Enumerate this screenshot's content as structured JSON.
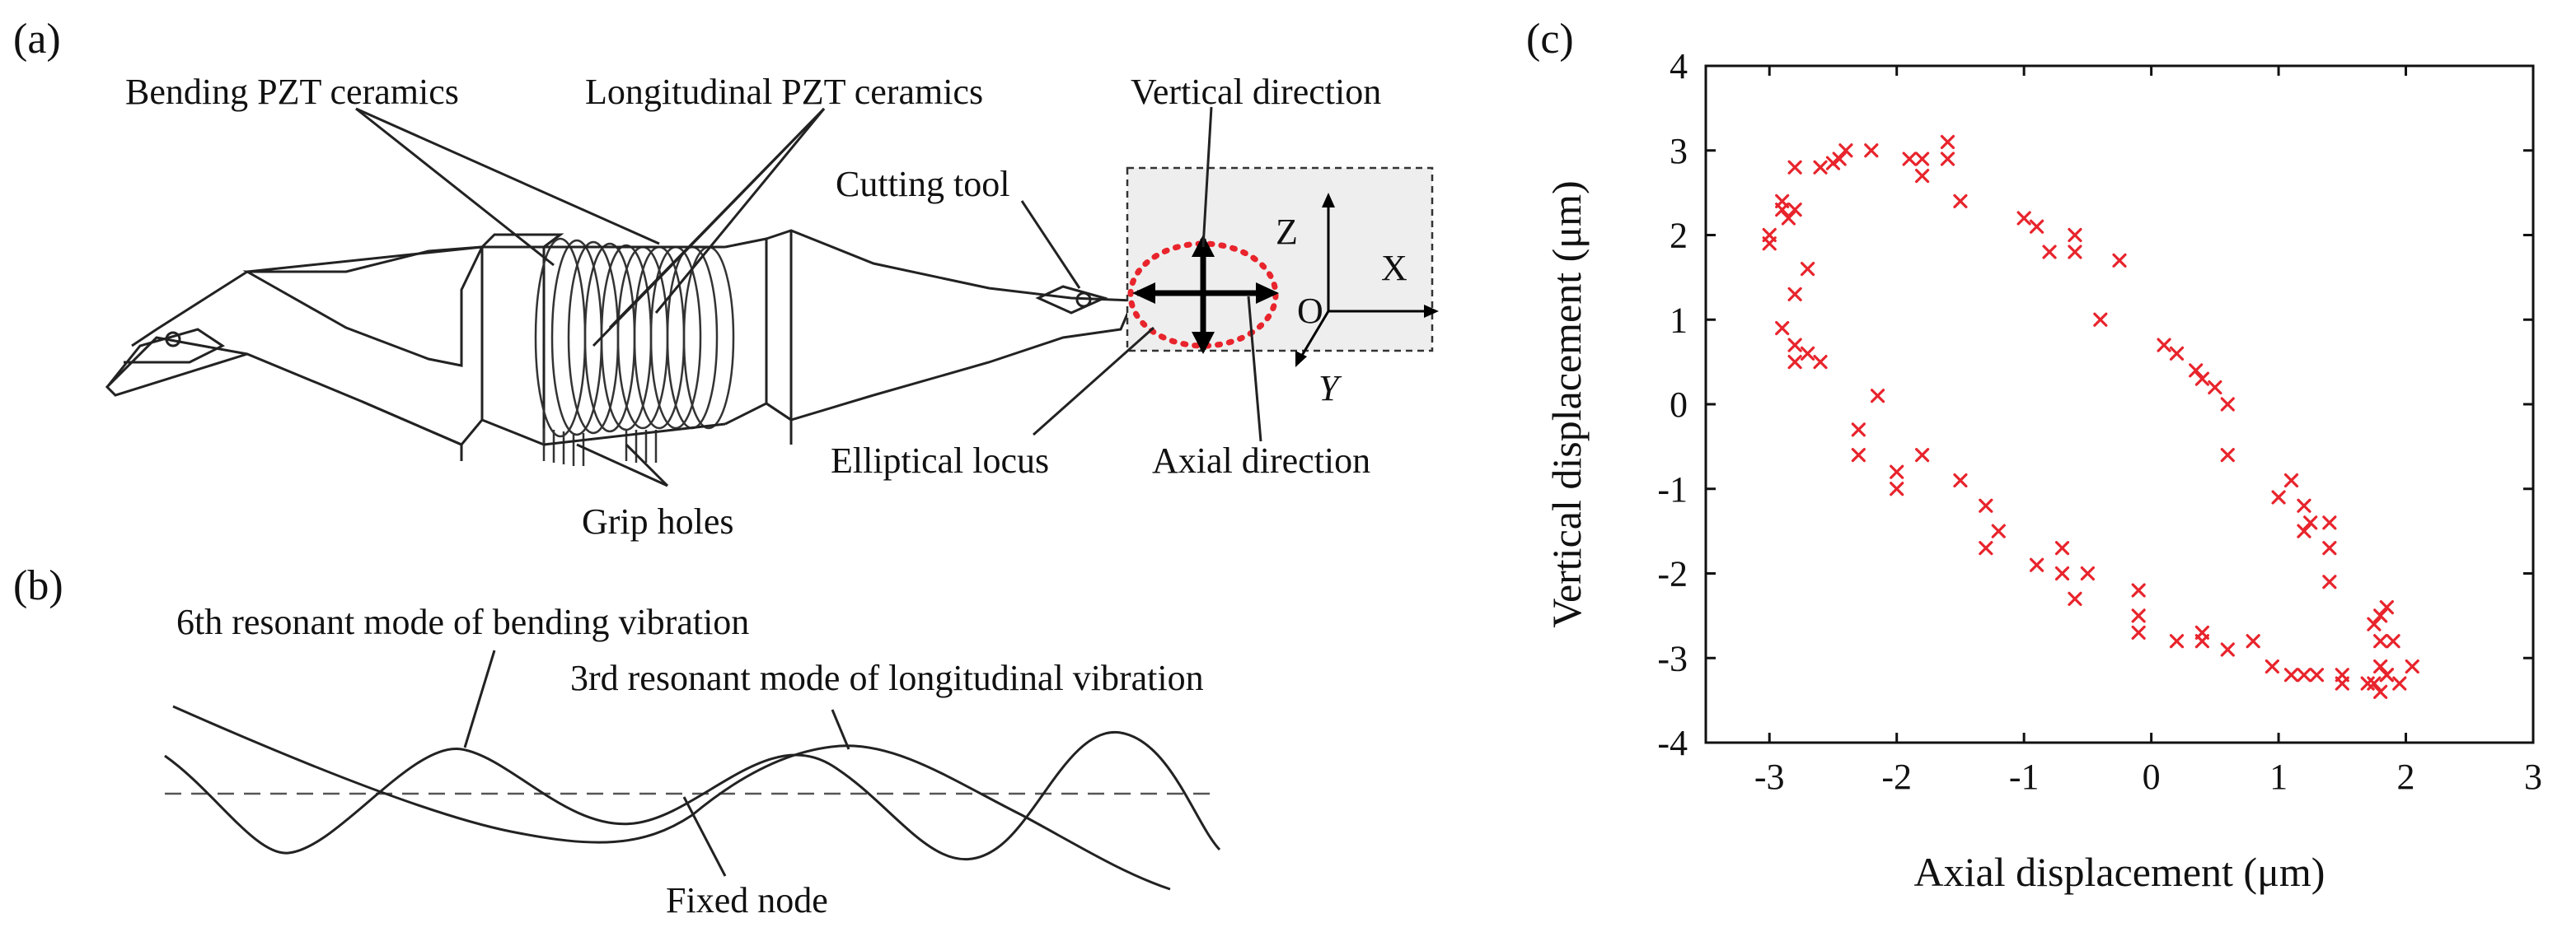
{
  "panels": {
    "a": "(a)",
    "b": "(b)",
    "c": "(c)"
  },
  "panel_a": {
    "bending_pzt": "Bending PZT ceramics",
    "longitudinal_pzt": "Longitudinal PZT ceramics",
    "vertical_direction": "Vertical direction",
    "cutting_tool": "Cutting tool",
    "elliptical_locus": "Elliptical locus",
    "axial_direction": "Axial direction",
    "grip_holes": "Grip holes",
    "axis_z": "Z",
    "axis_x": "X",
    "axis_o": "O",
    "axis_y": "Y"
  },
  "panel_b": {
    "bending_mode": "6th resonant mode of bending vibration",
    "longitudinal_mode": "3rd resonant mode of longitudinal vibration",
    "fixed_node": "Fixed node"
  },
  "colors": {
    "points": "#e8242c",
    "ellipse": "#e8242c",
    "line": "#222222",
    "inset_bg": "#eeeeee"
  },
  "chart_data": {
    "type": "scatter",
    "title": "",
    "xlabel": "Axial displacement (μm)",
    "ylabel": "Vertical displacement (μm)",
    "xlim": [
      -3.5,
      3
    ],
    "ylim": [
      -4,
      4
    ],
    "xticks": [
      -3,
      -2,
      -1,
      0,
      1,
      2,
      3
    ],
    "yticks": [
      -4,
      -3,
      -2,
      -1,
      0,
      1,
      2,
      3,
      4
    ],
    "grid": false,
    "marker": "x",
    "series": [
      {
        "x": [
          -3.0,
          -3.0,
          -2.9,
          -2.9,
          -2.85,
          -2.8,
          -2.8,
          -2.8,
          -2.7,
          -2.6,
          -2.5,
          -2.45,
          -2.4,
          -2.2,
          -1.9,
          -1.8,
          -1.8,
          -1.6,
          -1.6,
          -1.5,
          -1.0,
          -0.9,
          -0.8,
          -0.6,
          -0.6,
          -0.4,
          -0.25,
          0.1,
          0.2,
          0.35,
          0.4,
          0.5,
          0.6,
          0.6,
          1.1,
          1.0,
          1.2,
          1.2,
          1.4,
          1.4,
          1.4,
          1.25,
          1.5,
          1.5,
          1.7,
          1.75,
          1.8,
          1.85,
          1.8,
          1.9,
          1.85,
          1.8,
          1.75,
          1.8,
          1.85,
          1.95,
          2.05,
          1.3,
          1.2,
          1.1,
          0.95,
          0.8,
          0.6,
          0.4,
          0.4,
          0.2,
          -0.1,
          -0.1,
          -0.1,
          -0.5,
          -0.6,
          -0.7,
          -0.7,
          -0.9,
          -1.2,
          -1.3,
          -1.3,
          -1.5,
          -1.8,
          -2.0,
          -2.0,
          -2.15,
          -2.3,
          -2.3,
          -2.6,
          -2.7,
          -2.8,
          -2.8,
          -2.9
        ],
        "y": [
          1.9,
          2.0,
          2.3,
          2.4,
          2.2,
          2.3,
          2.8,
          1.3,
          1.6,
          2.8,
          2.85,
          2.9,
          3.0,
          3.0,
          2.9,
          2.9,
          2.7,
          2.9,
          3.1,
          2.4,
          2.2,
          2.1,
          1.8,
          2.0,
          1.8,
          1.0,
          1.7,
          0.7,
          0.6,
          0.4,
          0.3,
          0.2,
          -0.6,
          0.0,
          -0.9,
          -1.1,
          -1.2,
          -1.5,
          -1.4,
          -1.7,
          -2.1,
          -1.4,
          -3.2,
          -3.3,
          -3.3,
          -2.6,
          -2.5,
          -2.4,
          -2.8,
          -2.8,
          -3.2,
          -3.1,
          -3.3,
          -3.4,
          -3.2,
          -3.3,
          -3.1,
          -3.2,
          -3.2,
          -3.2,
          -3.1,
          -2.8,
          -2.9,
          -2.7,
          -2.8,
          -2.8,
          -2.2,
          -2.5,
          -2.7,
          -2.0,
          -2.3,
          -1.7,
          -2.0,
          -1.9,
          -1.5,
          -1.7,
          -1.2,
          -0.9,
          -0.6,
          -0.8,
          -1.0,
          0.1,
          -0.3,
          -0.6,
          0.5,
          0.6,
          0.5,
          0.7,
          0.9
        ]
      }
    ]
  }
}
